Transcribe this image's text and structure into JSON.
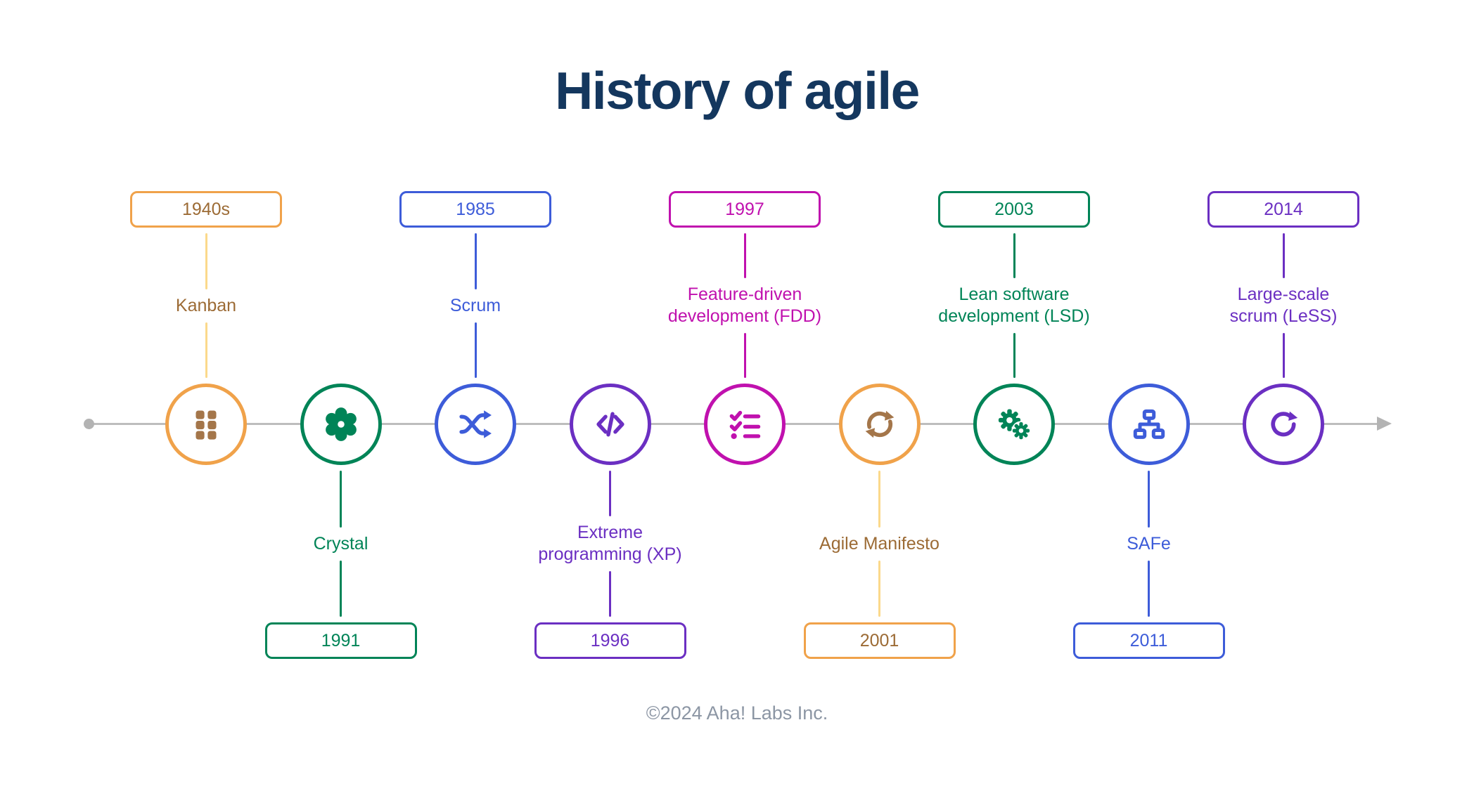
{
  "title": "History of agile",
  "footer": "©2024 Aha! Labs Inc.",
  "palette": {
    "orange": {
      "accent": "#F0A24A",
      "connector": "#FBD98B",
      "text": "#9C6B35",
      "icon": "#A4764A"
    },
    "green": {
      "accent": "#008457",
      "connector": "#008457",
      "text": "#008457",
      "icon": "#008457"
    },
    "blue": {
      "accent": "#3D5CD9",
      "connector": "#3D5CD9",
      "text": "#3D5CD9",
      "icon": "#3D5CD9"
    },
    "purple": {
      "accent": "#6B2FC2",
      "connector": "#6B2FC2",
      "text": "#6B2FC2",
      "icon": "#6B2FC2"
    },
    "magenta": {
      "accent": "#C011AE",
      "connector": "#C011AE",
      "text": "#C011AE",
      "icon": "#C011AE"
    }
  },
  "colors": {
    "title": "#14375E",
    "footer": "#8C96A4",
    "timeline_line": "#BDBDBD",
    "timeline_endpoints": "#B3B3B3",
    "background": "#FFFFFF"
  },
  "timeline": {
    "direction": "left-to-right",
    "nodes": [
      {
        "id": "kanban",
        "year": "1940s",
        "label_lines": [
          "Kanban"
        ],
        "side": "above",
        "palette": "orange",
        "icon": "kanban-grid-icon"
      },
      {
        "id": "crystal",
        "year": "1991",
        "label_lines": [
          "Crystal"
        ],
        "side": "below",
        "palette": "green",
        "icon": "atom-icon"
      },
      {
        "id": "scrum",
        "year": "1985",
        "label_lines": [
          "Scrum"
        ],
        "side": "above",
        "palette": "blue",
        "icon": "shuffle-icon"
      },
      {
        "id": "xp",
        "year": "1996",
        "label_lines": [
          "Extreme",
          "programming (XP)"
        ],
        "side": "below",
        "palette": "purple",
        "icon": "code-icon"
      },
      {
        "id": "fdd",
        "year": "1997",
        "label_lines": [
          "Feature-driven",
          "development (FDD)"
        ],
        "side": "above",
        "palette": "magenta",
        "icon": "checklist-icon"
      },
      {
        "id": "agile-manifesto",
        "year": "2001",
        "label_lines": [
          "Agile Manifesto"
        ],
        "side": "below",
        "palette": "orange",
        "icon": "sync-icon"
      },
      {
        "id": "lsd",
        "year": "2003",
        "label_lines": [
          "Lean software",
          "development (LSD)"
        ],
        "side": "above",
        "palette": "green",
        "icon": "gears-icon"
      },
      {
        "id": "safe",
        "year": "2011",
        "label_lines": [
          "SAFe"
        ],
        "side": "below",
        "palette": "blue",
        "icon": "sitemap-icon"
      },
      {
        "id": "less",
        "year": "2014",
        "label_lines": [
          "Large-scale",
          "scrum (LeSS)"
        ],
        "side": "above",
        "palette": "purple",
        "icon": "rotate-icon"
      }
    ]
  }
}
